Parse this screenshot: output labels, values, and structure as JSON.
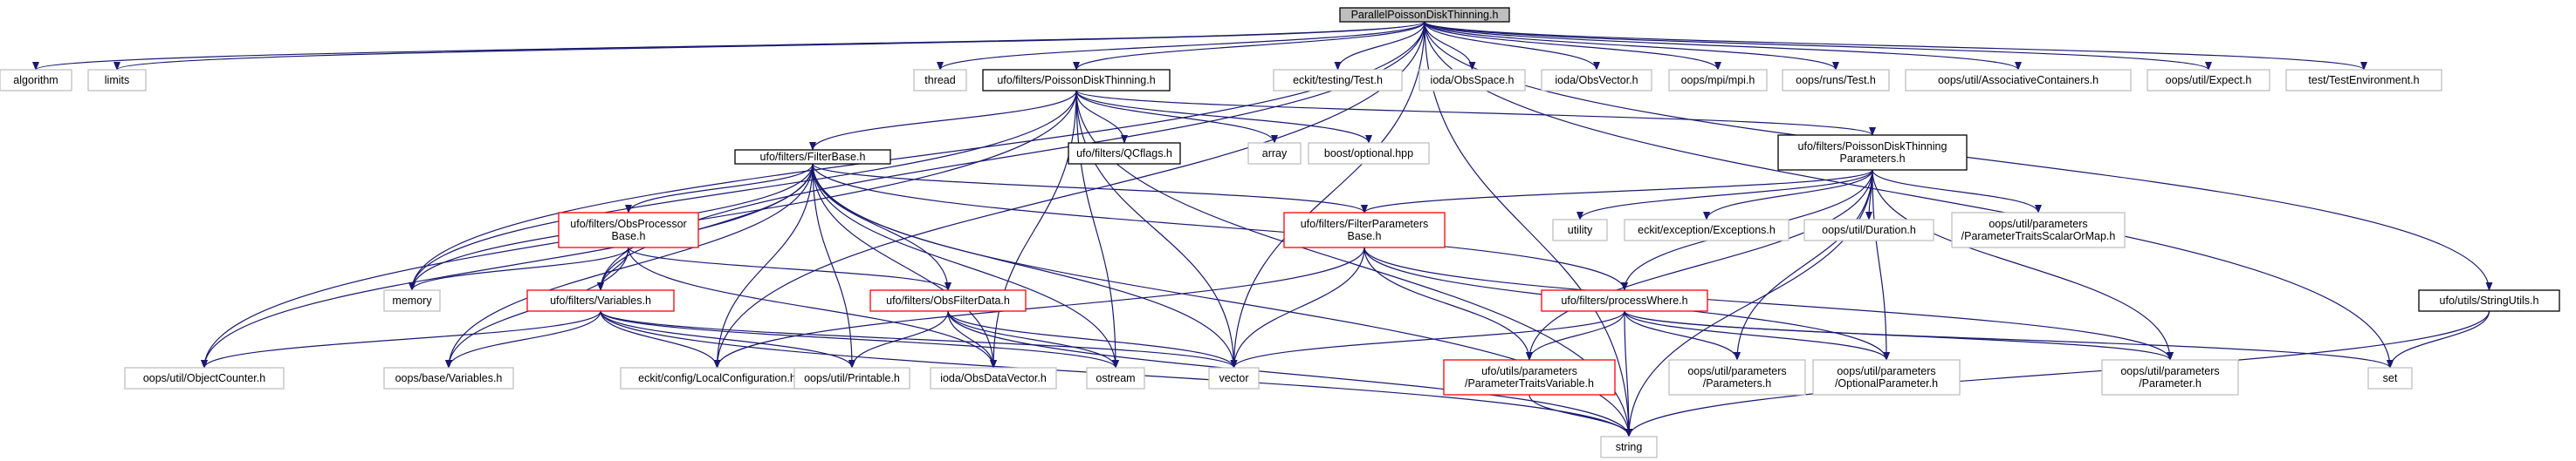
{
  "colors": {
    "edge": "#191970",
    "root_fill": "#bfbfbf",
    "root_border": "#000000",
    "documented_border": "#000000",
    "truncated_border": "#ff0000",
    "external_border": "#bfbfbf",
    "node_fill": "#ffffff"
  },
  "nodes": [
    {
      "id": "root",
      "kind": "root",
      "lines": [
        "ParallelPoissonDiskThinning.h"
      ]
    },
    {
      "id": "algorithm",
      "kind": "external",
      "lines": [
        "algorithm"
      ]
    },
    {
      "id": "limits",
      "kind": "external",
      "lines": [
        "limits"
      ]
    },
    {
      "id": "thread",
      "kind": "external",
      "lines": [
        "thread"
      ]
    },
    {
      "id": "pdt",
      "kind": "documented",
      "lines": [
        "ufo/filters/PoissonDiskThinning.h"
      ]
    },
    {
      "id": "ekt_test",
      "kind": "external",
      "lines": [
        "eckit/testing/Test.h"
      ]
    },
    {
      "id": "ioda_obsspace",
      "kind": "external",
      "lines": [
        "ioda/ObsSpace.h"
      ]
    },
    {
      "id": "ioda_obsvector",
      "kind": "external",
      "lines": [
        "ioda/ObsVector.h"
      ]
    },
    {
      "id": "oops_mpi",
      "kind": "external",
      "lines": [
        "oops/mpi/mpi.h"
      ]
    },
    {
      "id": "oops_runs_test",
      "kind": "external",
      "lines": [
        "oops/runs/Test.h"
      ]
    },
    {
      "id": "oops_assoc",
      "kind": "external",
      "lines": [
        "oops/util/AssociativeContainers.h"
      ]
    },
    {
      "id": "oops_expect",
      "kind": "external",
      "lines": [
        "oops/util/Expect.h"
      ]
    },
    {
      "id": "test_env",
      "kind": "external",
      "lines": [
        "test/TestEnvironment.h"
      ]
    },
    {
      "id": "filterbase",
      "kind": "documented",
      "lines": [
        "ufo/filters/FilterBase.h"
      ]
    },
    {
      "id": "qcflags",
      "kind": "documented",
      "lines": [
        "ufo/filters/QCflags.h"
      ]
    },
    {
      "id": "array",
      "kind": "external",
      "lines": [
        "array"
      ]
    },
    {
      "id": "boost_opt",
      "kind": "external",
      "lines": [
        "boost/optional.hpp"
      ]
    },
    {
      "id": "pdt_params",
      "kind": "documented",
      "lines": [
        "ufo/filters/PoissonDiskThinning",
        "Parameters.h"
      ]
    },
    {
      "id": "obsproc",
      "kind": "truncated",
      "lines": [
        "ufo/filters/ObsProcessor",
        "Base.h"
      ]
    },
    {
      "id": "filterparams",
      "kind": "truncated",
      "lines": [
        "ufo/filters/FilterParameters",
        "Base.h"
      ]
    },
    {
      "id": "utility",
      "kind": "external",
      "lines": [
        "utility"
      ]
    },
    {
      "id": "ekt_exc",
      "kind": "external",
      "lines": [
        "eckit/exception/Exceptions.h"
      ]
    },
    {
      "id": "oops_duration",
      "kind": "external",
      "lines": [
        "oops/util/Duration.h"
      ]
    },
    {
      "id": "oops_ptsom",
      "kind": "external",
      "lines": [
        "oops/util/parameters",
        "/ParameterTraitsScalarOrMap.h"
      ]
    },
    {
      "id": "memory",
      "kind": "external",
      "lines": [
        "memory"
      ]
    },
    {
      "id": "variables",
      "kind": "truncated",
      "lines": [
        "ufo/filters/Variables.h"
      ]
    },
    {
      "id": "obsfilterdata",
      "kind": "truncated",
      "lines": [
        "ufo/filters/ObsFilterData.h"
      ]
    },
    {
      "id": "processwhere",
      "kind": "truncated",
      "lines": [
        "ufo/filters/processWhere.h"
      ]
    },
    {
      "id": "stringutils",
      "kind": "documented",
      "lines": [
        "ufo/utils/StringUtils.h"
      ]
    },
    {
      "id": "objcounter",
      "kind": "external",
      "lines": [
        "oops/util/ObjectCounter.h"
      ]
    },
    {
      "id": "oops_base_vars",
      "kind": "external",
      "lines": [
        "oops/base/Variables.h"
      ]
    },
    {
      "id": "ekt_localconf",
      "kind": "external",
      "lines": [
        "eckit/config/LocalConfiguration.h"
      ]
    },
    {
      "id": "printable",
      "kind": "external",
      "lines": [
        "oops/util/Printable.h"
      ]
    },
    {
      "id": "ioda_datavec",
      "kind": "external",
      "lines": [
        "ioda/ObsDataVector.h"
      ]
    },
    {
      "id": "ostream",
      "kind": "external",
      "lines": [
        "ostream"
      ]
    },
    {
      "id": "vector",
      "kind": "external",
      "lines": [
        "vector"
      ]
    },
    {
      "id": "ptv",
      "kind": "truncated",
      "lines": [
        "ufo/utils/parameters",
        "/ParameterTraitsVariable.h"
      ]
    },
    {
      "id": "oops_params",
      "kind": "external",
      "lines": [
        "oops/util/parameters",
        "/Parameters.h"
      ]
    },
    {
      "id": "oops_optparam",
      "kind": "external",
      "lines": [
        "oops/util/parameters",
        "/OptionalParameter.h"
      ]
    },
    {
      "id": "oops_param",
      "kind": "external",
      "lines": [
        "oops/util/parameters",
        "/Parameter.h"
      ]
    },
    {
      "id": "set",
      "kind": "external",
      "lines": [
        "set"
      ]
    },
    {
      "id": "string",
      "kind": "external",
      "lines": [
        "string"
      ]
    }
  ],
  "edges": [
    [
      "root",
      "algorithm"
    ],
    [
      "root",
      "limits"
    ],
    [
      "root",
      "thread"
    ],
    [
      "root",
      "pdt"
    ],
    [
      "root",
      "ekt_test"
    ],
    [
      "root",
      "ioda_obsspace"
    ],
    [
      "root",
      "ioda_obsvector"
    ],
    [
      "root",
      "oops_mpi"
    ],
    [
      "root",
      "oops_runs_test"
    ],
    [
      "root",
      "oops_assoc"
    ],
    [
      "root",
      "oops_expect"
    ],
    [
      "root",
      "test_env"
    ],
    [
      "root",
      "memory"
    ],
    [
      "root",
      "variables"
    ],
    [
      "root",
      "ekt_localconf"
    ],
    [
      "root",
      "vector"
    ],
    [
      "root",
      "set"
    ],
    [
      "root",
      "string"
    ],
    [
      "root",
      "stringutils"
    ],
    [
      "pdt",
      "filterbase"
    ],
    [
      "pdt",
      "qcflags"
    ],
    [
      "pdt",
      "array"
    ],
    [
      "pdt",
      "boost_opt"
    ],
    [
      "pdt",
      "pdt_params"
    ],
    [
      "pdt",
      "memory"
    ],
    [
      "pdt",
      "objcounter"
    ],
    [
      "pdt",
      "ioda_datavec"
    ],
    [
      "pdt",
      "ostream"
    ],
    [
      "pdt",
      "vector"
    ],
    [
      "pdt",
      "string"
    ],
    [
      "filterbase",
      "obsproc"
    ],
    [
      "filterbase",
      "filterparams"
    ],
    [
      "filterbase",
      "memory"
    ],
    [
      "filterbase",
      "variables"
    ],
    [
      "filterbase",
      "obsfilterdata"
    ],
    [
      "filterbase",
      "processwhere"
    ],
    [
      "filterbase",
      "objcounter"
    ],
    [
      "filterbase",
      "oops_base_vars"
    ],
    [
      "filterbase",
      "ekt_localconf"
    ],
    [
      "filterbase",
      "printable"
    ],
    [
      "filterbase",
      "ioda_datavec"
    ],
    [
      "filterbase",
      "ostream"
    ],
    [
      "filterbase",
      "vector"
    ],
    [
      "filterbase",
      "string"
    ],
    [
      "pdt_params",
      "filterparams"
    ],
    [
      "pdt_params",
      "utility"
    ],
    [
      "pdt_params",
      "ekt_exc"
    ],
    [
      "pdt_params",
      "oops_duration"
    ],
    [
      "pdt_params",
      "oops_ptsom"
    ],
    [
      "pdt_params",
      "processwhere"
    ],
    [
      "pdt_params",
      "ptv"
    ],
    [
      "pdt_params",
      "oops_params"
    ],
    [
      "pdt_params",
      "oops_optparam"
    ],
    [
      "pdt_params",
      "oops_param"
    ],
    [
      "pdt_params",
      "string"
    ],
    [
      "obsproc",
      "memory"
    ],
    [
      "obsproc",
      "variables"
    ],
    [
      "obsproc",
      "obsfilterdata"
    ],
    [
      "obsproc",
      "oops_base_vars"
    ],
    [
      "obsproc",
      "ioda_datavec"
    ],
    [
      "filterparams",
      "ekt_localconf"
    ],
    [
      "filterparams",
      "vector"
    ],
    [
      "filterparams",
      "ptv"
    ],
    [
      "filterparams",
      "oops_optparam"
    ],
    [
      "filterparams",
      "oops_param"
    ],
    [
      "variables",
      "objcounter"
    ],
    [
      "variables",
      "oops_base_vars"
    ],
    [
      "variables",
      "ekt_localconf"
    ],
    [
      "variables",
      "printable"
    ],
    [
      "variables",
      "vector"
    ],
    [
      "variables",
      "string"
    ],
    [
      "variables",
      "ostream"
    ],
    [
      "obsfilterdata",
      "ioda_datavec"
    ],
    [
      "obsfilterdata",
      "printable"
    ],
    [
      "obsfilterdata",
      "ostream"
    ],
    [
      "obsfilterdata",
      "vector"
    ],
    [
      "obsfilterdata",
      "string"
    ],
    [
      "processwhere",
      "vector"
    ],
    [
      "processwhere",
      "set"
    ],
    [
      "processwhere",
      "string"
    ],
    [
      "processwhere",
      "ptv"
    ],
    [
      "processwhere",
      "oops_params"
    ],
    [
      "processwhere",
      "oops_optparam"
    ],
    [
      "processwhere",
      "oops_param"
    ],
    [
      "ptv",
      "string"
    ],
    [
      "stringutils",
      "set"
    ],
    [
      "stringutils",
      "string"
    ]
  ]
}
